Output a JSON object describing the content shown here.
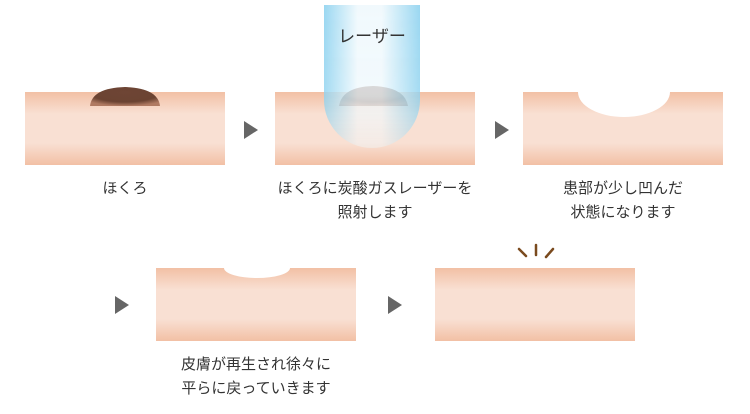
{
  "laser_label": "レーザー",
  "steps": [
    {
      "caption": [
        "ほくろ"
      ]
    },
    {
      "caption": [
        "ほくろに炭酸ガスレーザーを",
        "照射します"
      ]
    },
    {
      "caption": [
        "患部が少し凹んだ",
        "状態になります"
      ]
    },
    {
      "caption": [
        "皮膚が再生され徐々に",
        "平らに戻っていきます"
      ]
    },
    {
      "caption": []
    }
  ],
  "colors": {
    "skin_edge": "#f2c2a8",
    "skin_center": "#f9e1d5",
    "mole": "#6b4332",
    "laser": "#8fd3f0",
    "arrow": "#666666",
    "sparkle": "#7a4a1e"
  }
}
